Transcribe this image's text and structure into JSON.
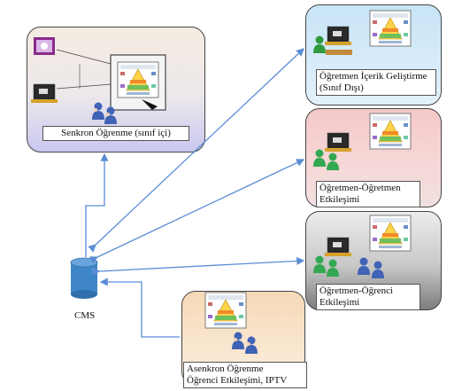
{
  "panels": {
    "sync": {
      "caption": "Senkron Öğrenme (sınıf içi)"
    },
    "content": {
      "caption": "Öğretmen İçerik Geliştirme\n(Sınıf Dışı)"
    },
    "teacher_teacher": {
      "caption": "Öğretmen-Öğretmen\nEtkileşimi"
    },
    "teacher_student": {
      "caption": "Öğretmen-Öğrenci\nEtkileşimi"
    },
    "async": {
      "caption": "Asenkron Öğrenme\nÖğrenci Etkileşimi, IPTV"
    }
  },
  "cms": {
    "label": "CMS"
  },
  "colors": {
    "sync_top": "#f6ece0",
    "sync_bottom": "#c9c8ef",
    "content_top": "#c7e4f6",
    "content_bottom": "#e3f1fb",
    "tt_top": "#f5c8c8",
    "tt_bottom": "#f2e0e0",
    "ts_top": "#e8e8e8",
    "ts_bottom": "#7d7d7d",
    "async_top": "#f6d9b6",
    "async_bottom": "#fbefe0",
    "arrow": "#5b8dd6",
    "cms_fill": "#3f86c9",
    "people": "#33a852",
    "people_blue": "#3f63b5"
  }
}
